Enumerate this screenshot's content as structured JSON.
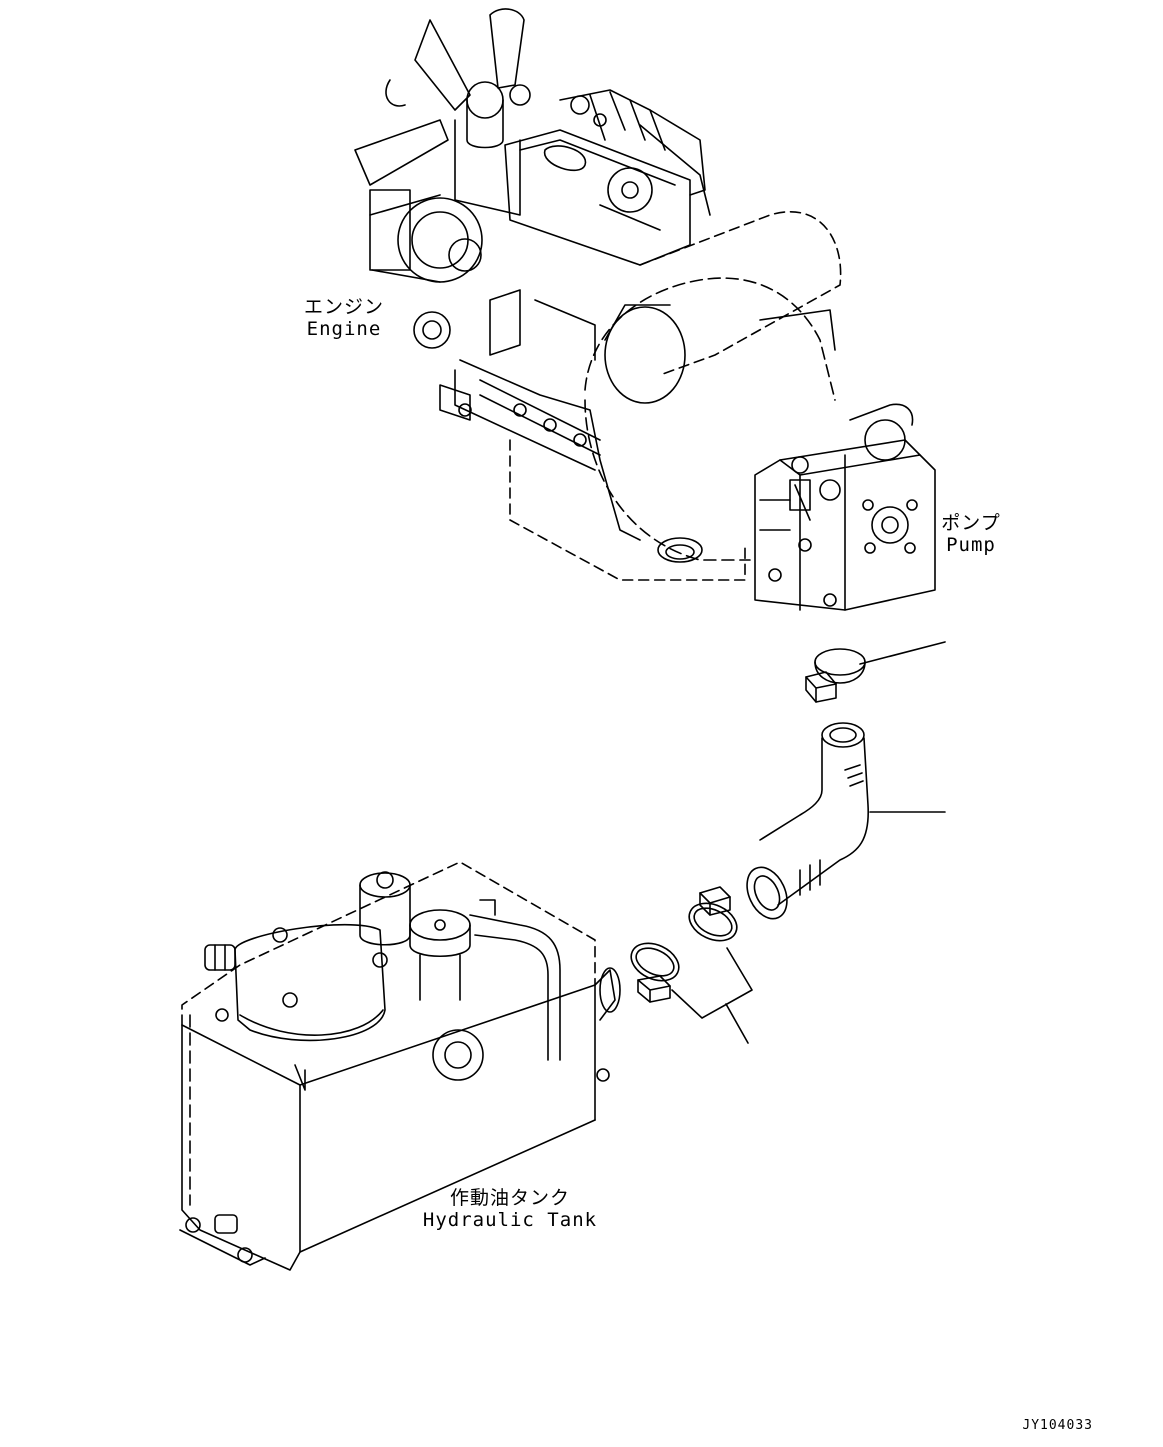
{
  "labels": {
    "engine_jp": "エンジン",
    "engine_en": "Engine",
    "pump_jp": "ポンプ",
    "pump_en": "Pump",
    "tank_jp": "作動油タンク",
    "tank_en": "Hydraulic Tank"
  },
  "drawing_code": "JY104033",
  "colors": {
    "line": "#000000",
    "background": "#ffffff"
  }
}
